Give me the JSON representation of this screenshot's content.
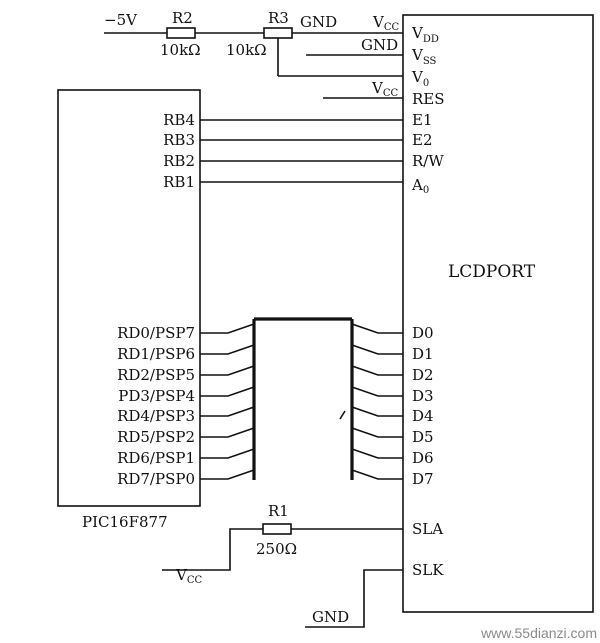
{
  "supply": {
    "neg5v": "−5V",
    "gnd_top": "GND",
    "vcc_top_a": "V",
    "vcc_top_b": "CC"
  },
  "resistors": {
    "r2": {
      "name": "R2",
      "value": "10kΩ"
    },
    "r3": {
      "name": "R3",
      "value": "10kΩ"
    },
    "r1": {
      "name": "R1",
      "value": "250Ω"
    }
  },
  "mcu": {
    "name": "PIC16F877",
    "ctrl_pins": [
      "RB4",
      "RB3",
      "RB2",
      "RB1"
    ],
    "data_pins": [
      "RD0/PSP7",
      "RD1/PSP6",
      "RD2/PSP5",
      "PD3/PSP4",
      "RD4/PSP3",
      "RD5/PSP2",
      "RD6/PSP1",
      "RD7/PSP0"
    ]
  },
  "lcd": {
    "name": "LCDPORT",
    "vdd": {
      "main": "V",
      "sub": "DD"
    },
    "vss": {
      "main": "V",
      "sub": "SS"
    },
    "v0": {
      "main": "V",
      "sub": "0"
    },
    "res": "RES",
    "ctrl_pins": [
      "E1",
      "E2",
      "R/W",
      "A"
    ],
    "a0_sub": "0",
    "data_pins": [
      "D0",
      "D1",
      "D2",
      "D3",
      "D4",
      "D5",
      "D6",
      "D7"
    ],
    "sla": "SLA",
    "slk": "SLK"
  },
  "labels": {
    "gnd_vss": "GND",
    "vcc_res_a": "V",
    "vcc_res_b": "CC",
    "vcc_r1_a": "V",
    "vcc_r1_b": "CC",
    "gnd_slk": "GND"
  },
  "watermark": "www.55dianzi.com"
}
